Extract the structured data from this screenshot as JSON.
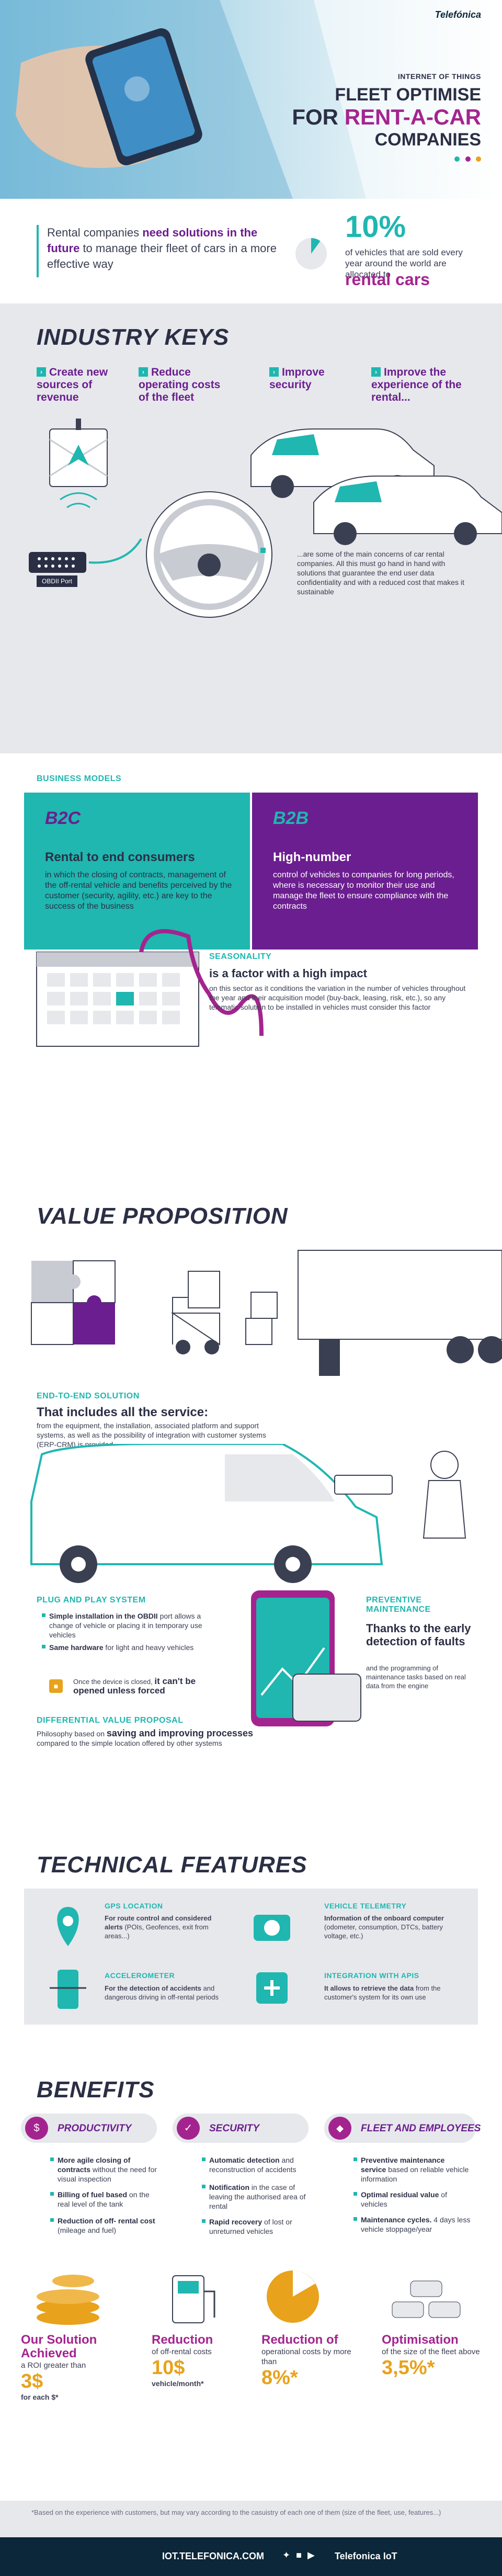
{
  "header": {
    "brand": "Telefónica",
    "eyebrow": "INTERNET OF THINGS",
    "title_line1": "FLEET OPTIMISE",
    "title_line2_prefix": "FOR ",
    "title_line2_highlight": "RENT-A-CAR",
    "title_line3": "COMPANIES"
  },
  "intro": {
    "text_pre": "Rental companies ",
    "text_bold": "need solutions in the future",
    "text_post": " to manage their fleet of cars in a more effective way",
    "stat_value": "10%",
    "stat_text": "of vehicles that are sold every year around the world are allocated to",
    "stat_highlight": "rental cars",
    "stat_fraction": 0.1
  },
  "industry_keys": {
    "heading": "INDUSTRY KEYS",
    "keys": [
      {
        "label": "Create new sources of revenue"
      },
      {
        "label": "Reduce operating costs of the fleet"
      },
      {
        "label": "Improve security"
      },
      {
        "label": "Improve the experience of the rental..."
      }
    ],
    "port_label": "OBDII Port",
    "concerns": "...are some of the main concerns of car rental companies. All this must go hand in hand with solutions that guarantee the end user data confidentiality and with a reduced cost that makes it sustainable"
  },
  "business_models": {
    "label": "BUSINESS MODELS",
    "b2c": {
      "title": "B2C",
      "heading": "Rental to end consumers",
      "body": "in which the closing of contracts, management of the off-rental vehicle and benefits perceived by the customer (security, agility, etc.) are key to the success of the business"
    },
    "b2b": {
      "title": "B2B",
      "heading": "High-number",
      "body": "control of vehicles to companies for long periods, where is necessary to monitor their use and manage the fleet to ensure compliance with the contracts"
    }
  },
  "seasonality": {
    "label": "SEASONALITY",
    "headline": "is a factor with a high impact",
    "body": "on this sector as it conditions the variation in the number of vehicles throughout the year and their acquisition model (buy-back, leasing, risk, etc.), so any telematic solution to be installed in vehicles must consider this factor"
  },
  "value_proposition": {
    "heading": "VALUE PROPOSITION",
    "e2e_label": "END-TO-END SOLUTION",
    "e2e_heading": "That includes all the service:",
    "e2e_body": "from the equipment, the installation, associated platform and support systems, as well as the possibility of integration with customer systems (ERP-CRM) is provided",
    "pnp_label": "PLUG AND PLAY SYSTEM",
    "pnp_item1_bold": "Simple installation in the OBDII",
    "pnp_item1": " port allows a change of vehicle or placing it in temporary use vehicles",
    "pnp_item2_bold": "Same hardware",
    "pnp_item2": " for light and heavy vehicles",
    "lock_text": "Once the device is closed,",
    "lock_bold": "it can't be opened unless forced",
    "pm_label": "PREVENTIVE MAINTENANCE",
    "pm_heading": "Thanks to the early detection of faults",
    "pm_body": "and the programming of maintenance tasks based on real data from the engine",
    "dvp_label": "DIFFERENTIAL VALUE PROPOSAL",
    "dvp_pre": "Philosophy based on ",
    "dvp_bold": "saving and improving processes",
    "dvp_post": " compared to the simple location offered by other systems"
  },
  "technical": {
    "heading": "TECHNICAL FEATURES",
    "items": [
      {
        "label": "GPS LOCATION",
        "bold": "For route control and considered alerts",
        "text": " (POIs, Geofences, exit from areas...)"
      },
      {
        "label": "VEHICLE TELEMETRY",
        "bold": "Information of the onboard computer",
        "text": " (odometer, consumption, DTCs, battery voltage, etc.)"
      },
      {
        "label": "ACCELEROMETER",
        "bold": "For the detection of accidents",
        "text": " and dangerous driving in off-rental periods"
      },
      {
        "label": "INTEGRATION WITH APIS",
        "bold": "It allows to retrieve the data",
        "text": " from the customer's system for its own use"
      }
    ]
  },
  "benefits": {
    "heading": "BENEFITS",
    "columns": [
      {
        "title": "PRODUCTIVITY",
        "items": [
          {
            "bold": "More agile closing of contracts",
            "text": " without the need for visual inspection"
          },
          {
            "bold": "Billing of fuel based",
            "text": " on the real level of the tank"
          },
          {
            "bold": "Reduction of off- rental cost",
            "text": " (mileage and fuel)"
          }
        ]
      },
      {
        "title": "SECURITY",
        "items": [
          {
            "bold": "Automatic detection",
            "text": " and reconstruction of accidents"
          },
          {
            "bold": "Notification",
            "text": " in the case of leaving the authorised area of rental"
          },
          {
            "bold": "Rapid recovery",
            "text": " of lost or unreturned vehicles"
          }
        ]
      },
      {
        "title": "FLEET AND EMPLOYEES",
        "items": [
          {
            "bold": "Preventive maintenance service",
            "text": " based on reliable vehicle information"
          },
          {
            "bold": "Optimal residual value",
            "text": " of vehicles"
          },
          {
            "bold": "Maintenance cycles.",
            "text": " 4 days less vehicle stoppage/year"
          }
        ]
      }
    ],
    "stats": [
      {
        "title": "Our Solution Achieved",
        "text": " a ROI greater than",
        "value": "3$",
        "sub": "for each $*"
      },
      {
        "title": "Reduction",
        "text": " of off-rental costs",
        "value": "10$",
        "sub": "vehicle/month*"
      },
      {
        "title": "Reduction of",
        "text": " operational costs by more than",
        "value": "8%*",
        "sub": ""
      },
      {
        "title": "Optimisation",
        "text": " of the size of the fleet above",
        "value": "3,5%*",
        "sub": ""
      }
    ],
    "footnote": "*Based on the experience with customers, but may vary according to the casuistry of each one of them (size of the fleet, use, features...)"
  },
  "footer": {
    "url": "IOT.TELEFONICA.COM",
    "brand": "Telefonica IoT"
  },
  "colors": {
    "teal": "#1fb7b0",
    "purple": "#6b1e8f",
    "magenta": "#a4248f",
    "orange": "#e8a21c",
    "grey": "#e7e8ec",
    "dark": "#2b2f45"
  }
}
